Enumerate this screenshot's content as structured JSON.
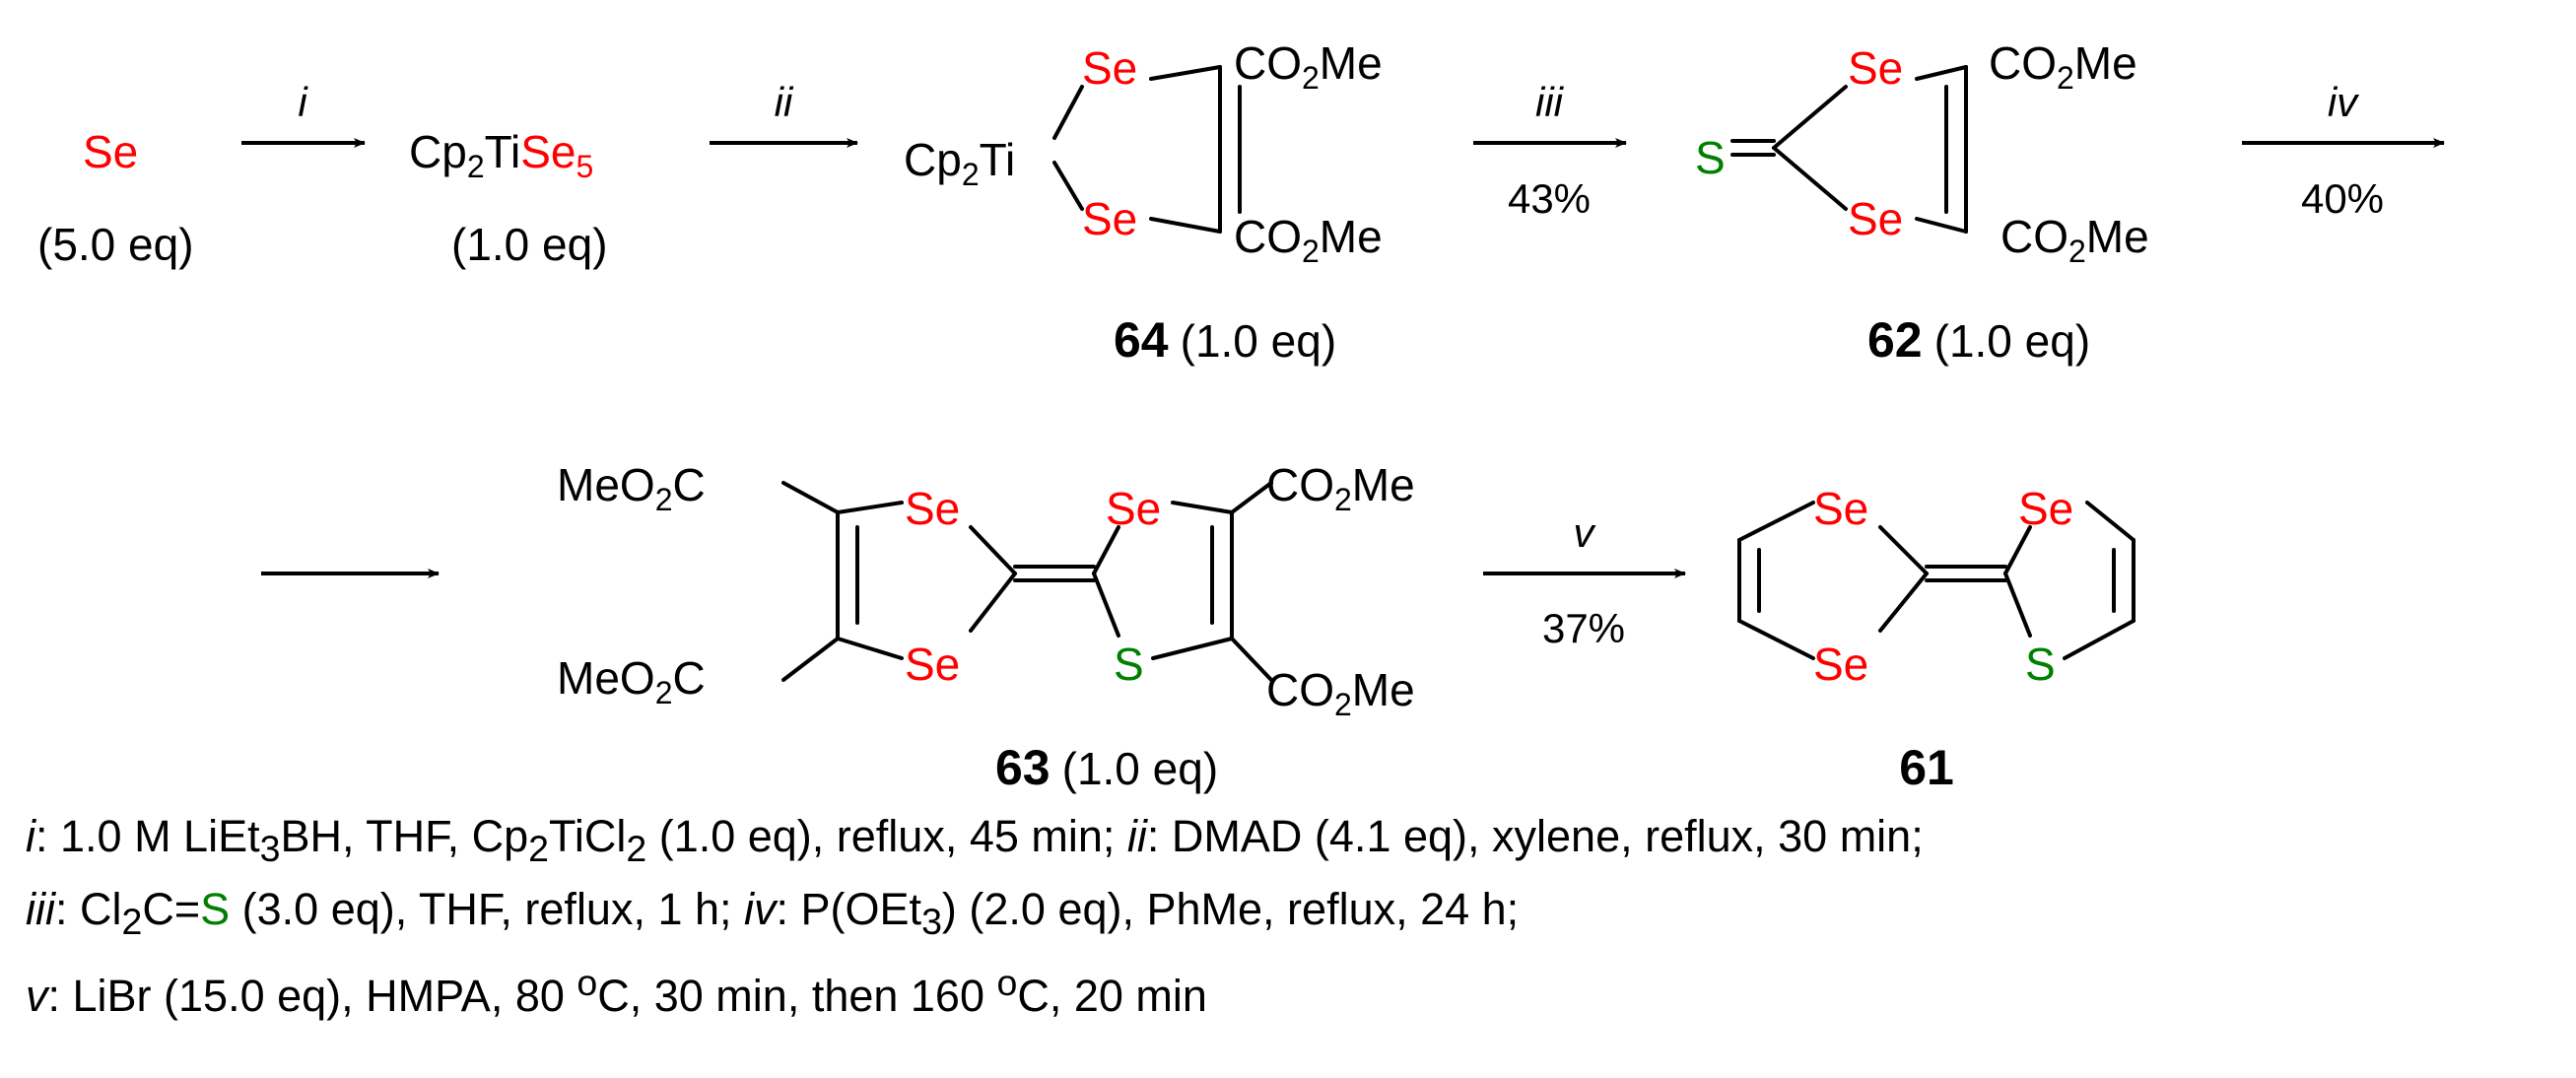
{
  "colors": {
    "selenium": "#ff0000",
    "sulfur": "#008000",
    "text": "#000000"
  },
  "reagents": {
    "se": {
      "label": "Se",
      "amount": "(5.0 eq)"
    },
    "cp2tise5": {
      "prefix": "Cp",
      "sub1": "2",
      "mid": "Ti",
      "se": "Se",
      "sub2": "5",
      "amount": "(1.0 eq)"
    }
  },
  "compounds": {
    "c64": {
      "id": "64",
      "amount": "(1.0 eq)"
    },
    "c62": {
      "id": "62",
      "amount": "(1.0 eq)"
    },
    "c63": {
      "id": "63",
      "amount": "(1.0 eq)"
    },
    "c61": {
      "id": "61"
    }
  },
  "atoms": {
    "se": "Se",
    "s": "S",
    "cp2ti_cp": "Cp",
    "cp2ti_sub": "2",
    "cp2ti_ti": "Ti"
  },
  "groups": {
    "co2me_a": "CO",
    "co2me_sub": "2",
    "co2me_b": "Me",
    "meo2c_a": "MeO",
    "meo2c_sub": "2",
    "meo2c_b": "C"
  },
  "steps": [
    {
      "label": "i",
      "yield": ""
    },
    {
      "label": "ii",
      "yield": ""
    },
    {
      "label": "iii",
      "yield": "43%"
    },
    {
      "label": "iv",
      "yield": "40%"
    },
    {
      "label": "v",
      "yield": "37%"
    }
  ],
  "conditions": {
    "line1": {
      "i_label": "i",
      "i_a": ": 1.0 M LiEt",
      "i_sub1": "3",
      "i_b": "BH, THF, Cp",
      "i_sub2": "2",
      "i_c": "TiCl",
      "i_sub3": "2",
      "i_d": " (1.0 eq), reflux, 45 min; ",
      "ii_label": "ii",
      "ii_text": ": DMAD (4.1 eq), xylene, reflux, 30 min;"
    },
    "line2": {
      "iii_label": "iii",
      "iii_a": ": Cl",
      "iii_sub": "2",
      "iii_b": "C=",
      "iii_s": "S",
      "iii_c": " (3.0 eq), THF, reflux, 1 h; ",
      "iv_label": "iv",
      "iv_a": ": P(OEt",
      "iv_sub": "3",
      "iv_b": ") (2.0 eq), PhMe, reflux, 24 h;"
    },
    "line3": {
      "v_label": "v",
      "v_a": ": LiBr (15.0 eq), HMPA, 80 ",
      "v_deg1": "o",
      "v_b": "C, 30 min, then 160 ",
      "v_deg2": "o",
      "v_c": "C, 20 min"
    }
  }
}
